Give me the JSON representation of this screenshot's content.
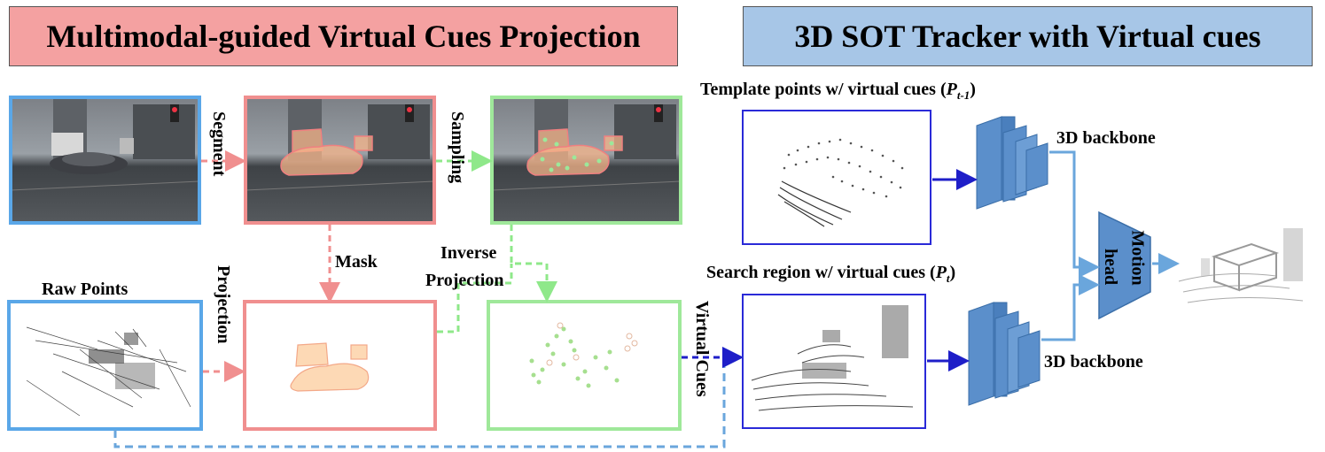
{
  "titles": {
    "left": "Multimodal-guided Virtual Cues Projection",
    "right": "3D SOT Tracker with Virtual cues"
  },
  "labels": {
    "segment": "Segment",
    "sampling": "Sampling",
    "mask": "Mask",
    "inverse_projection_line1": "Inverse",
    "inverse_projection_line2": "Projection",
    "projection": "Projection",
    "raw_points": "Raw Points",
    "virtual_cues": "Virtual Cues",
    "template_points": "Template points w/ virtual cues (",
    "template_symbol": "P",
    "template_subscript": "t-1",
    "search_region": "Search region w/  virtual cues (",
    "search_symbol": "P",
    "search_subscript": "t",
    "closing_paren": ")",
    "backbone_top": "3D backbone",
    "backbone_bottom": "3D backbone",
    "motion_head_line1": "Motion",
    "motion_head_line2": "head"
  },
  "colors": {
    "title_left_bg": "#f4a1a1",
    "title_right_bg": "#a7c6e7",
    "blue_frame": "#5aa7e8",
    "red_frame": "#f08f8f",
    "green_frame": "#9fe89a",
    "navy_frame": "#2a2ad8",
    "backbone_fill": "#5b8fcb",
    "mask_fill": "#fdd9b5",
    "arrow_light_blue": "#6aa6dc",
    "arrow_navy": "#1e1ec8",
    "arrow_red": "#f08f8f",
    "arrow_green": "#8fe88a"
  }
}
